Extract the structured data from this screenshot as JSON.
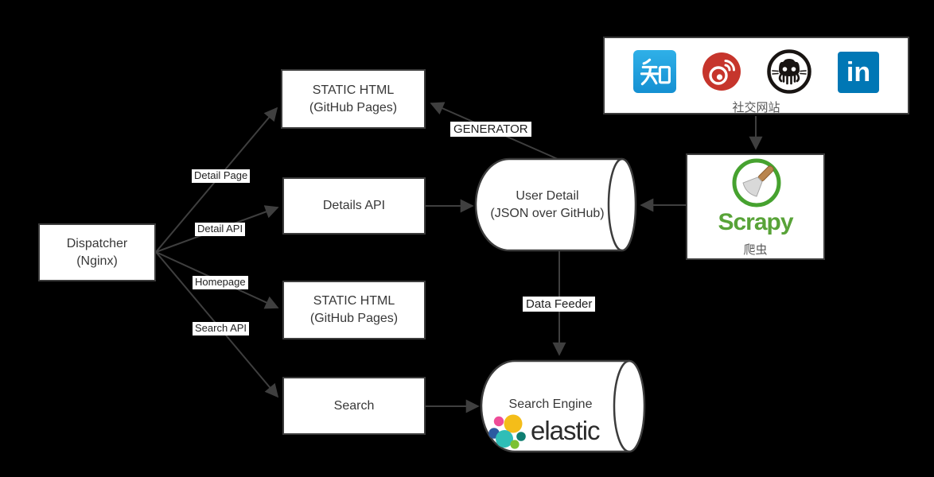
{
  "canvas": {
    "background": "#000000",
    "line_color": "#3f3f3f",
    "box_fill": "#ffffff",
    "box_border": "#3c3c3c"
  },
  "nodes": {
    "dispatcher": {
      "line1": "Dispatcher",
      "line2": "(Nginx)"
    },
    "static_html_detail": {
      "line1": "STATIC HTML",
      "line2": "(GitHub Pages)"
    },
    "details_api": {
      "label": "Details API"
    },
    "static_html_home": {
      "line1": "STATIC HTML",
      "line2": "(GitHub Pages)"
    },
    "search": {
      "label": "Search"
    },
    "user_detail": {
      "line1": "User Detail",
      "line2": "(JSON over GitHub)"
    },
    "search_engine": {
      "label": "Search Engine",
      "logo_text": "elastic"
    }
  },
  "edges": {
    "detail_page": "Detail Page",
    "detail_api": "Detail API",
    "homepage": "Homepage",
    "search_api": "Search API",
    "generator": "GENERATOR",
    "data_feeder": "Data Feeder"
  },
  "social": {
    "caption": "社交网站",
    "icons": [
      {
        "name": "zhihu",
        "glyph": "知",
        "color": "#1b9ddd"
      },
      {
        "name": "weibo",
        "color": "#c6352c"
      },
      {
        "name": "github",
        "color": "#181412"
      },
      {
        "name": "linkedin",
        "glyph": "in",
        "color": "#0077b5"
      }
    ]
  },
  "scrapy": {
    "name": "Scrapy",
    "caption": "爬虫",
    "brand_color": "#58a338"
  },
  "elastic_logo_colors": [
    "#ee4c98",
    "#f4bd19",
    "#2c5aa0",
    "#2fbeb7",
    "#0f7e71",
    "#7cc131"
  ]
}
